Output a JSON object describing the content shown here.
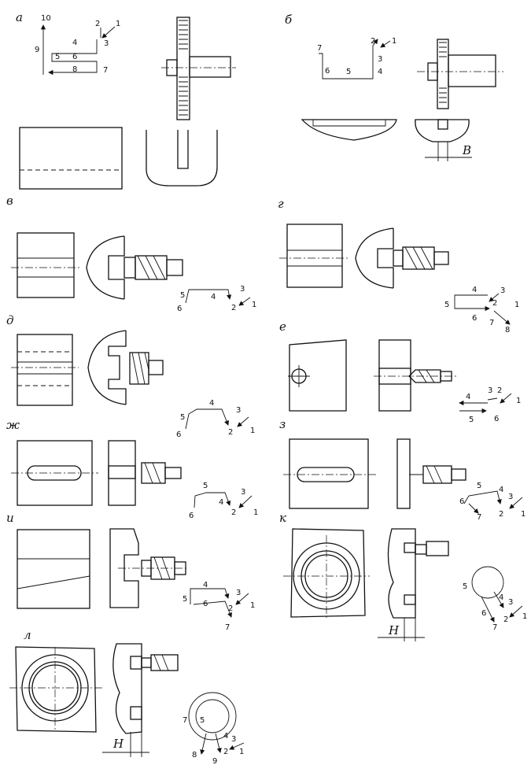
{
  "panels": [
    {
      "id": "a",
      "label": "а",
      "path_numbers": [
        "10",
        "9",
        "4",
        "5",
        "6",
        "8",
        "7",
        "3",
        "2",
        "1"
      ]
    },
    {
      "id": "b",
      "label": "б",
      "path_numbers": [
        "7",
        "6",
        "5",
        "4",
        "3",
        "2",
        "1"
      ],
      "dim": "B"
    },
    {
      "id": "v",
      "label": "в",
      "path_numbers": [
        "5",
        "6",
        "4",
        "3",
        "2",
        "1"
      ]
    },
    {
      "id": "g",
      "label": "г",
      "path_numbers": [
        "5",
        "4",
        "3",
        "2",
        "1",
        "6",
        "7",
        "8"
      ]
    },
    {
      "id": "d",
      "label": "д",
      "path_numbers": [
        "5",
        "6",
        "4",
        "3",
        "2",
        "1"
      ]
    },
    {
      "id": "e",
      "label": "е",
      "path_numbers": [
        "4",
        "3",
        "2",
        "1",
        "5",
        "6"
      ]
    },
    {
      "id": "zh",
      "label": "ж",
      "path_numbers": [
        "5",
        "6",
        "4",
        "3",
        "2",
        "1"
      ]
    },
    {
      "id": "z",
      "label": "з",
      "path_numbers": [
        "5",
        "6",
        "7",
        "4",
        "3",
        "2",
        "1"
      ]
    },
    {
      "id": "i",
      "label": "и",
      "path_numbers": [
        "5",
        "6",
        "7",
        "4",
        "3",
        "2",
        "1"
      ]
    },
    {
      "id": "k",
      "label": "к",
      "path_numbers": [
        "5",
        "6",
        "7",
        "4",
        "3",
        "2",
        "1"
      ],
      "dim": "H"
    },
    {
      "id": "l",
      "label": "л",
      "path_numbers": [
        "7",
        "5",
        "8",
        "9",
        "4",
        "3",
        "2",
        "1"
      ],
      "dim": "H"
    }
  ]
}
